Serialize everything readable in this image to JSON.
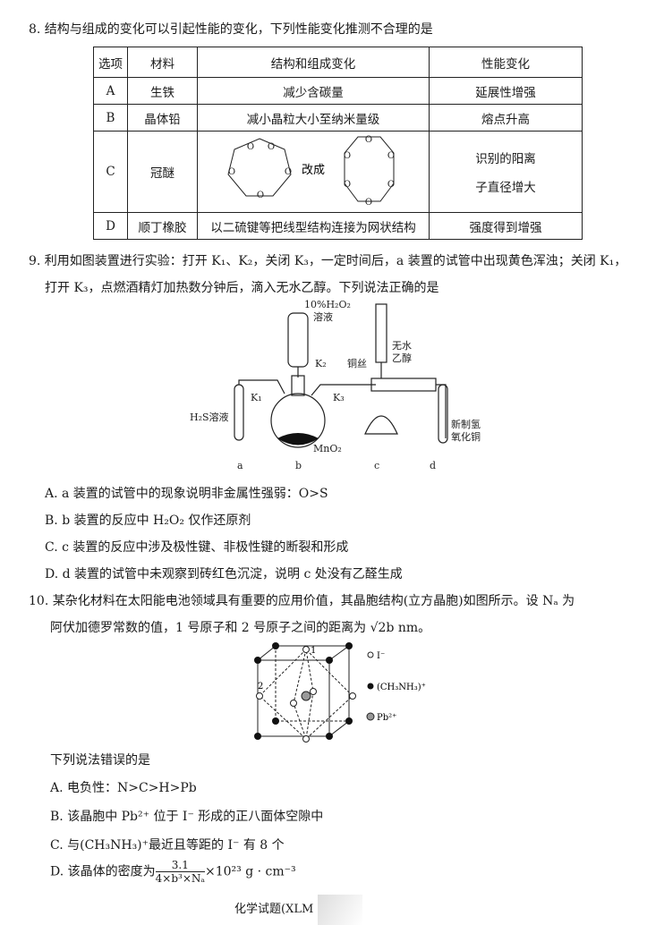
{
  "q8": {
    "stem": "8. 结构与组成的变化可以引起性能的变化，下列性能变化推测不合理的是",
    "headers": [
      "选项",
      "材料",
      "结构和组成变化",
      "性能变化"
    ],
    "rows": [
      {
        "option": "A",
        "material": "生铁",
        "change": "减少含碳量",
        "property": "延展性增强"
      },
      {
        "option": "B",
        "material": "晶体铅",
        "change": "减小晶粒大小至纳米量级",
        "property": "熔点升高"
      },
      {
        "option": "C",
        "material": "冠醚",
        "change": "改成",
        "property_line1": "识别的阳离",
        "property_line2": "子直径增大"
      },
      {
        "option": "D",
        "material": "顺丁橡胶",
        "change": "以二硫键等把线型结构连接为网状结构",
        "property": "强度得到增强"
      }
    ],
    "o_label": "O"
  },
  "q9": {
    "line1": "9. 利用如图装置进行实验：打开 K₁、K₂，关闭 K₃，一定时间后，a 装置的试管中出现黄色浑浊；关闭 K₁，",
    "line2": "打开 K₃，点燃酒精灯加热数分钟后，滴入无水乙醇。下列说法正确的是",
    "figure": {
      "h2o2": "10%H₂O₂",
      "solution": "溶液",
      "k1": "K₁",
      "k2": "K₂",
      "k3": "K₃",
      "h2s": "H₂S溶液",
      "mno2": "MnO₂",
      "cu": "铜丝",
      "ethanol1": "无水",
      "ethanol2": "乙醇",
      "cuoh1": "新制氢",
      "cuoh2": "氧化铜",
      "a": "a",
      "b": "b",
      "c": "c",
      "d": "d"
    },
    "options": [
      "A. a 装置的试管中的现象说明非金属性强弱：O>S",
      "B. b 装置的反应中 H₂O₂ 仅作还原剂",
      "C. c 装置的反应中涉及极性键、非极性键的断裂和形成",
      "D. d 装置的试管中未观察到砖红色沉淀，说明 c 处没有乙醛生成"
    ]
  },
  "q10": {
    "line1": "10. 某杂化材料在太阳能电池领域具有重要的应用价值，其晶胞结构(立方晶胞)如图所示。设 Nₐ 为",
    "line2": "阿伏加德罗常数的值，1 号原子和 2 号原子之间的距离为 √2b nm。",
    "figure": {
      "label1": "1",
      "label2": "2",
      "legend": [
        "I⁻",
        "(CH₃NH₃)⁺",
        "Pb²⁺"
      ]
    },
    "prompt": "下列说法错误的是",
    "options": [
      "A. 电负性：N>C>H>Pb",
      "B. 该晶胞中 Pb²⁺ 位于 I⁻ 形成的正八面体空隙中",
      "C. 与(CH₃NH₃)⁺最近且等距的 I⁻ 有 8 个"
    ],
    "option_d": {
      "prefix": "D. 该晶体的密度为",
      "numerator": "3.1",
      "denominator": "4×b³×Nₐ",
      "suffix": "×10²³ g · cm⁻³"
    }
  },
  "footer": "化学试题(XLM"
}
